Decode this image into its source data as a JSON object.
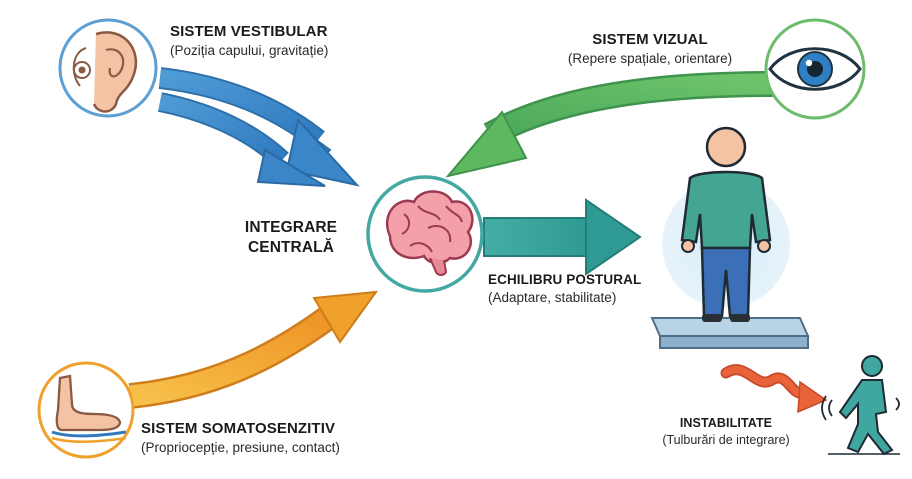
{
  "vestibular": {
    "title": "SISTEM VESTIBULAR",
    "subtitle": "(Poziția capului, gravitație)"
  },
  "visual": {
    "title": "SISTEM VIZUAL",
    "subtitle": "(Repere spațiale, orientare)"
  },
  "somatosensory": {
    "title": "SISTEM SOMATOSENZITIV",
    "subtitle": "(Propriocepție, presiune, contact)"
  },
  "integration": {
    "line1": "INTEGRARE",
    "line2": "CENTRALĂ"
  },
  "balance": {
    "title": "ECHILIBRU POSTURAL",
    "subtitle": "(Adaptare, stabilitate)"
  },
  "instability": {
    "title": "INSTABILITATE",
    "subtitle": "(Tulburări de integrare)"
  },
  "icons": [
    "ear-icon",
    "eye-icon",
    "brain-icon",
    "foot-icon",
    "standing-person-icon",
    "stumbling-person-icon"
  ],
  "colors": {
    "vestibular": "#3a86c8",
    "visual": "#5db860",
    "central": "#3fa6a0",
    "somatosensory": "#f0a12b",
    "instability": "#e8633a"
  }
}
